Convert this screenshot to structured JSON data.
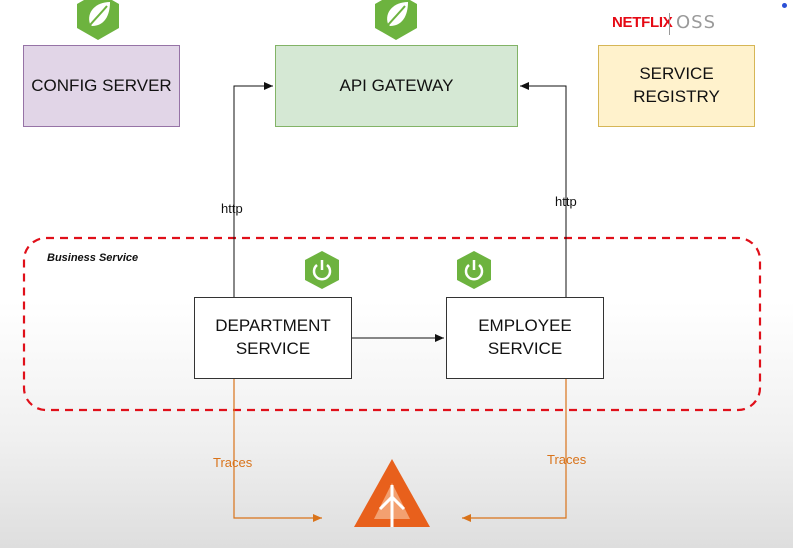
{
  "boxes": {
    "config_server": "CONFIG SERVER",
    "api_gateway": "API GATEWAY",
    "service_registry_line1": "SERVICE",
    "service_registry_line2": "REGISTRY",
    "department_line1": "DEPARTMENT",
    "department_line2": "SERVICE",
    "employee_line1": "EMPLOYEE",
    "employee_line2": "SERVICE"
  },
  "group_label": "Business Service",
  "edge_labels": {
    "left_http": "http",
    "right_http": "http",
    "left_traces": "Traces",
    "right_traces": "Traces"
  },
  "brand": {
    "netflix": "NETFLIX",
    "oss": "OSS"
  },
  "colors": {
    "config_fill": "#e1d5e7",
    "gateway_fill": "#d5e8d4",
    "registry_fill": "#fff2cc",
    "group_border": "#e0101a",
    "trace_arrow": "#d9731a",
    "spring_green": "#6db33f",
    "zipkin_orange": "#e8601c"
  },
  "icons": [
    "spring-leaf-icon",
    "spring-boot-power-icon",
    "zipkin-icon"
  ]
}
